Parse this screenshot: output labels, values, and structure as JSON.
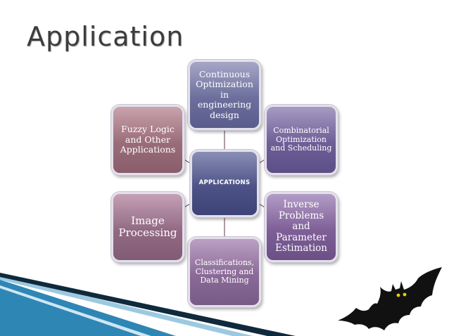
{
  "title": "Application",
  "diagram": {
    "center": "APPLICATIONS",
    "nodes": {
      "top": "Continuous Optimization in engineering design",
      "upper_right": "Combinatorial Optimization and Scheduling",
      "lower_right": "Inverse Problems and Parameter Estimation",
      "bottom": "Classifications, Clustering and Data Mining",
      "lower_left": "Image Processing",
      "upper_left": "Fuzzy Logic and Other Applications"
    }
  },
  "colors": {
    "title_text": "#3c3c3c",
    "center_node": "#4d5387",
    "connector": "#7a5a6a",
    "stripe_blue": "#2e86b5",
    "stripe_dark": "#0e2a3c",
    "bat": "#111111",
    "bat_eyes": "#e8d000"
  }
}
